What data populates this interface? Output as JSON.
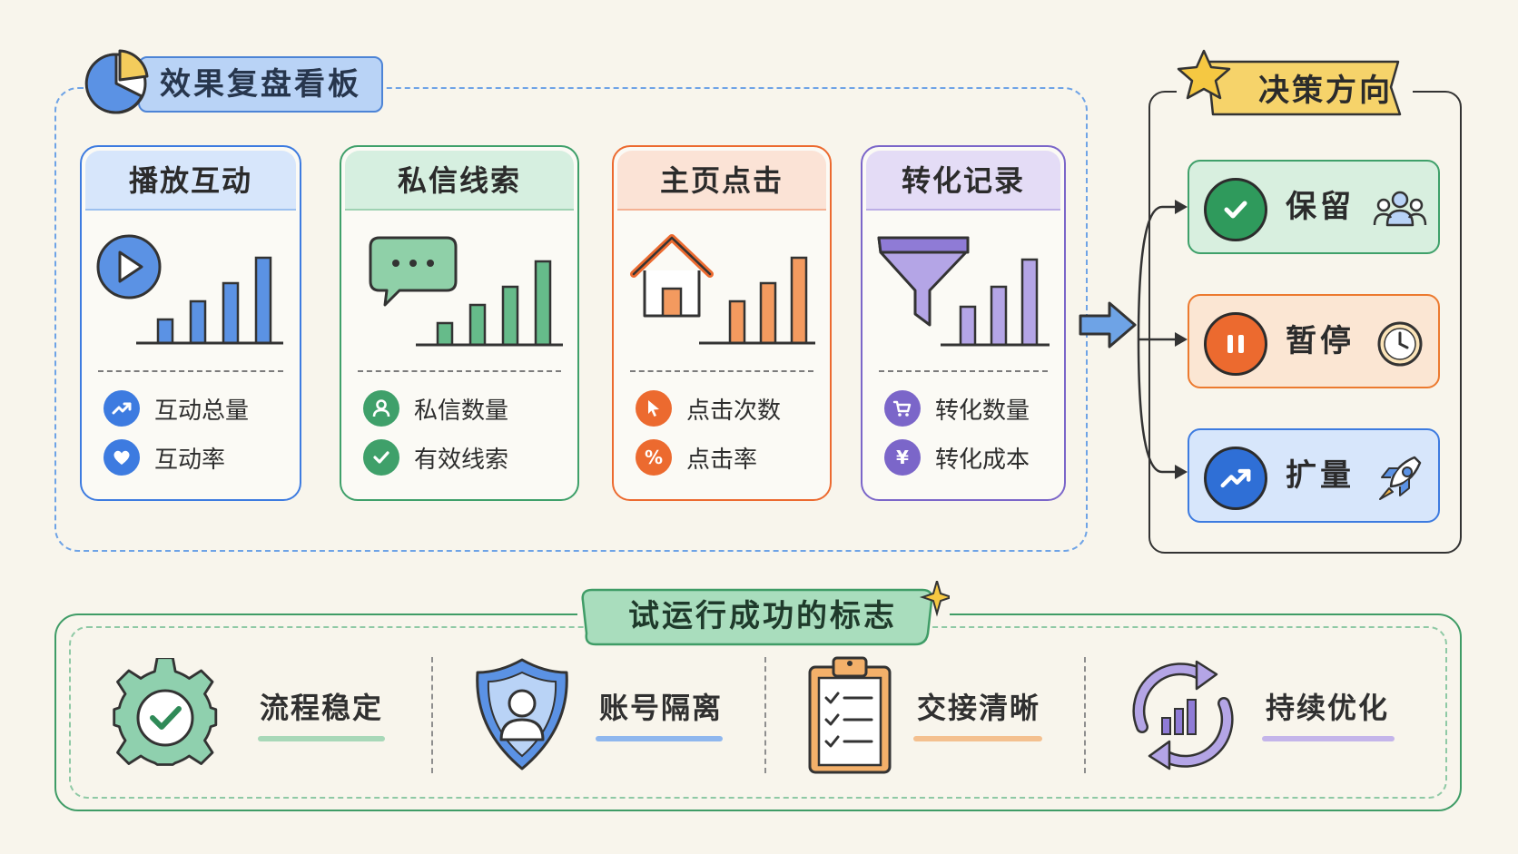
{
  "dashboard": {
    "title": "效果复盘看板",
    "cards": [
      {
        "title": "播放互动",
        "color": "#3d7be0",
        "head_bg": "#d7e6fb",
        "metrics": [
          {
            "label": "互动总量",
            "icon": "trend-up-icon"
          },
          {
            "label": "互动率",
            "icon": "heart-icon"
          }
        ]
      },
      {
        "title": "私信线索",
        "color": "#3fa06a",
        "head_bg": "#d6efe0",
        "metrics": [
          {
            "label": "私信数量",
            "icon": "person-icon"
          },
          {
            "label": "有效线索",
            "icon": "check-icon"
          }
        ]
      },
      {
        "title": "主页点击",
        "color": "#ec6a2f",
        "head_bg": "#fbe3d6",
        "metrics": [
          {
            "label": "点击次数",
            "icon": "cursor-icon"
          },
          {
            "label": "点击率",
            "icon": "percent-icon",
            "glyph": "%"
          }
        ]
      },
      {
        "title": "转化记录",
        "color": "#7b66c9",
        "head_bg": "#e4dcf6",
        "metrics": [
          {
            "label": "转化数量",
            "icon": "cart-icon"
          },
          {
            "label": "转化成本",
            "icon": "yen-icon",
            "glyph": "¥"
          }
        ]
      }
    ]
  },
  "decision": {
    "title": "决策方向",
    "options": [
      {
        "label": "保留",
        "icon": "check-circle-icon",
        "side_icon": "people-icon",
        "color": "#3fa06a",
        "bg": "#d8efdf"
      },
      {
        "label": "暂停",
        "icon": "pause-circle-icon",
        "side_icon": "clock-icon",
        "color": "#ec7a2f",
        "bg": "#fbe6d3"
      },
      {
        "label": "扩量",
        "icon": "trend-circle-icon",
        "side_icon": "rocket-icon",
        "color": "#3d7be0",
        "bg": "#d7e6fb"
      }
    ]
  },
  "success": {
    "title": "试运行成功的标志",
    "items": [
      {
        "label": "流程稳定",
        "icon": "gear-check-icon",
        "underline": "#a8d8b8"
      },
      {
        "label": "账号隔离",
        "icon": "shield-user-icon",
        "underline": "#8fb7ee"
      },
      {
        "label": "交接清晰",
        "icon": "clipboard-icon",
        "underline": "#f4c08f"
      },
      {
        "label": "持续优化",
        "icon": "cycle-chart-icon",
        "underline": "#c4b5ea"
      }
    ]
  }
}
